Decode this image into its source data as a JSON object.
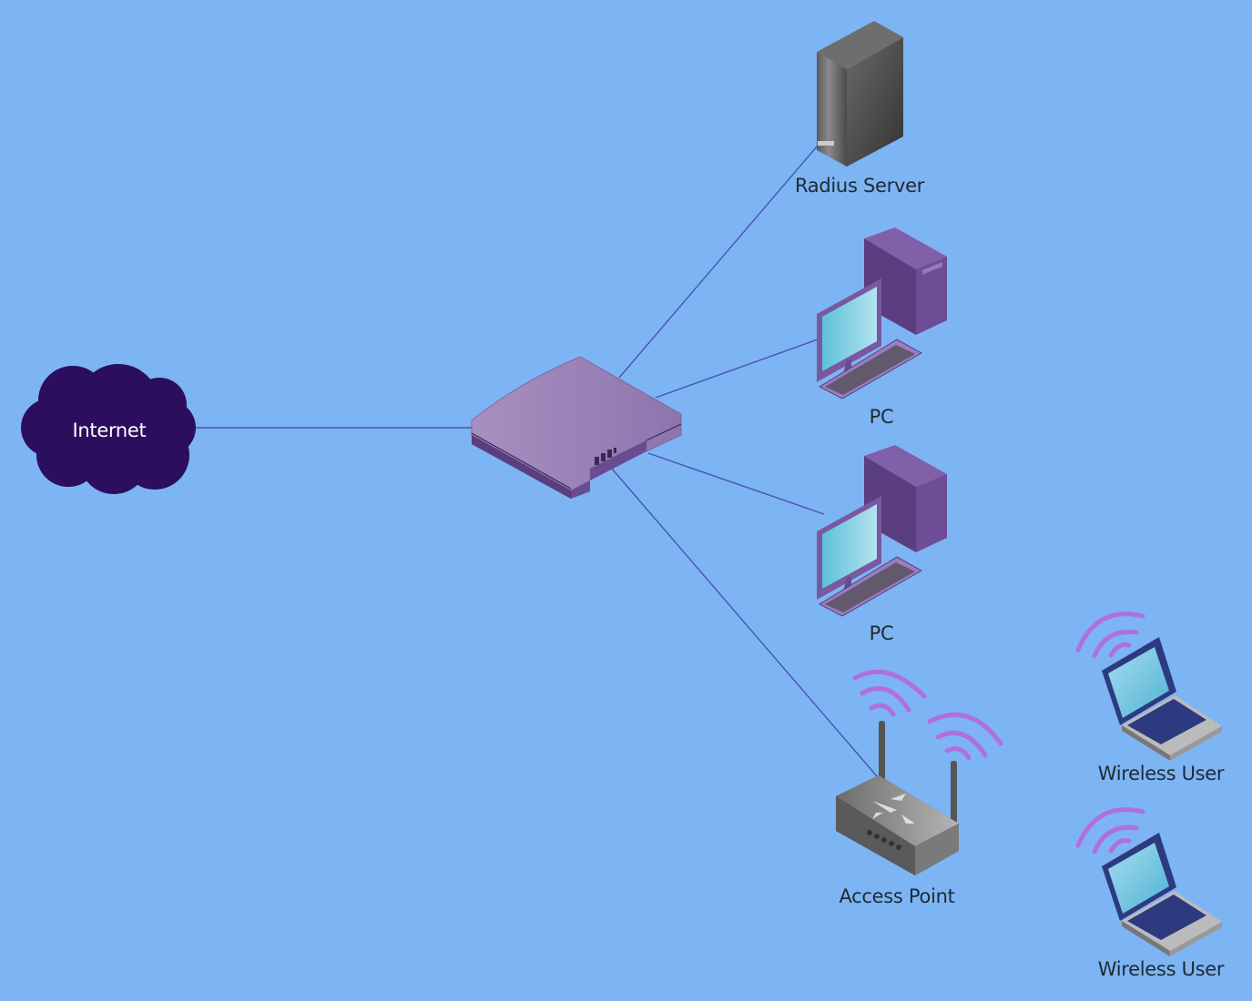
{
  "diagram": {
    "title": "Wireless network with Radius authentication",
    "background_color": "#7db4f4",
    "link_color": "#4a55a8",
    "nodes": [
      {
        "id": "internet",
        "label": "Internet",
        "type": "cloud",
        "color": "#2c0e5e"
      },
      {
        "id": "switch",
        "label": "",
        "type": "switch",
        "color": "#9b82b8"
      },
      {
        "id": "radius",
        "label": "Radius Server",
        "type": "server",
        "color": "#555555"
      },
      {
        "id": "pc1",
        "label": "PC",
        "type": "pc",
        "color": "#6e4a92"
      },
      {
        "id": "pc2",
        "label": "PC",
        "type": "pc",
        "color": "#6e4a92"
      },
      {
        "id": "ap",
        "label": "Access Point",
        "type": "access-point",
        "color": "#666666"
      },
      {
        "id": "wu1",
        "label": "Wireless User",
        "type": "laptop",
        "color": "#2e3a80"
      },
      {
        "id": "wu2",
        "label": "Wireless User",
        "type": "laptop",
        "color": "#2e3a80"
      }
    ],
    "edges": [
      {
        "from": "internet",
        "to": "switch"
      },
      {
        "from": "switch",
        "to": "radius"
      },
      {
        "from": "switch",
        "to": "pc1"
      },
      {
        "from": "switch",
        "to": "pc2"
      },
      {
        "from": "switch",
        "to": "ap"
      }
    ],
    "wireless_signal_color": "#b070dc"
  }
}
